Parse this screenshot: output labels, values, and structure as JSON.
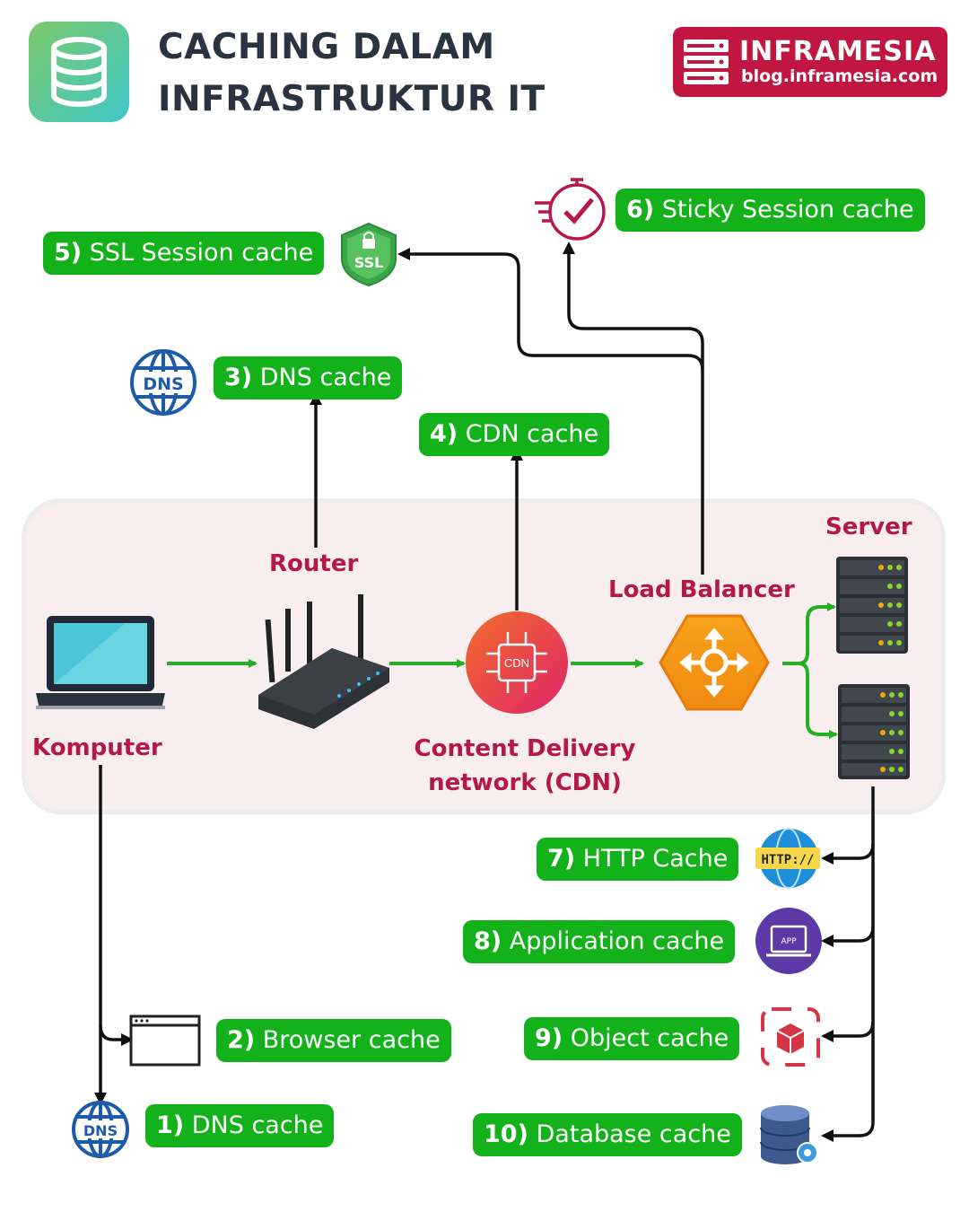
{
  "header": {
    "title_line1": "CACHING DALAM",
    "title_line2": "INFRASTRUKTUR IT",
    "brand_name": "INFRAMESIA",
    "brand_url": "blog.inframesia.com"
  },
  "nodes": {
    "computer": "Komputer",
    "router": "Router",
    "cdn_line1": "Content Delivery",
    "cdn_line2": "network (CDN)",
    "cdn_icon_text": "CDN",
    "load_balancer": "Load Balancer",
    "server": "Server"
  },
  "caches": [
    {
      "num": "1)",
      "label": "DNS cache"
    },
    {
      "num": "2)",
      "label": "Browser cache"
    },
    {
      "num": "3)",
      "label": "DNS cache"
    },
    {
      "num": "4)",
      "label": "CDN cache"
    },
    {
      "num": "5)",
      "label": "SSL Session cache"
    },
    {
      "num": "6)",
      "label": "Sticky Session cache"
    },
    {
      "num": "7)",
      "label": "HTTP Cache"
    },
    {
      "num": "8)",
      "label": "Application cache"
    },
    {
      "num": "9)",
      "label": "Object cache"
    },
    {
      "num": "10)",
      "label": "Database cache"
    }
  ],
  "icons": {
    "dns_text": "DNS",
    "ssl_text": "SSL",
    "http_text": "HTTP://",
    "app_text": "APP"
  },
  "colors": {
    "pill_green": "#13b11a",
    "label_crimson": "#b5174a",
    "flow_arrow_green": "#22b022",
    "brand_red": "#c0163f"
  }
}
